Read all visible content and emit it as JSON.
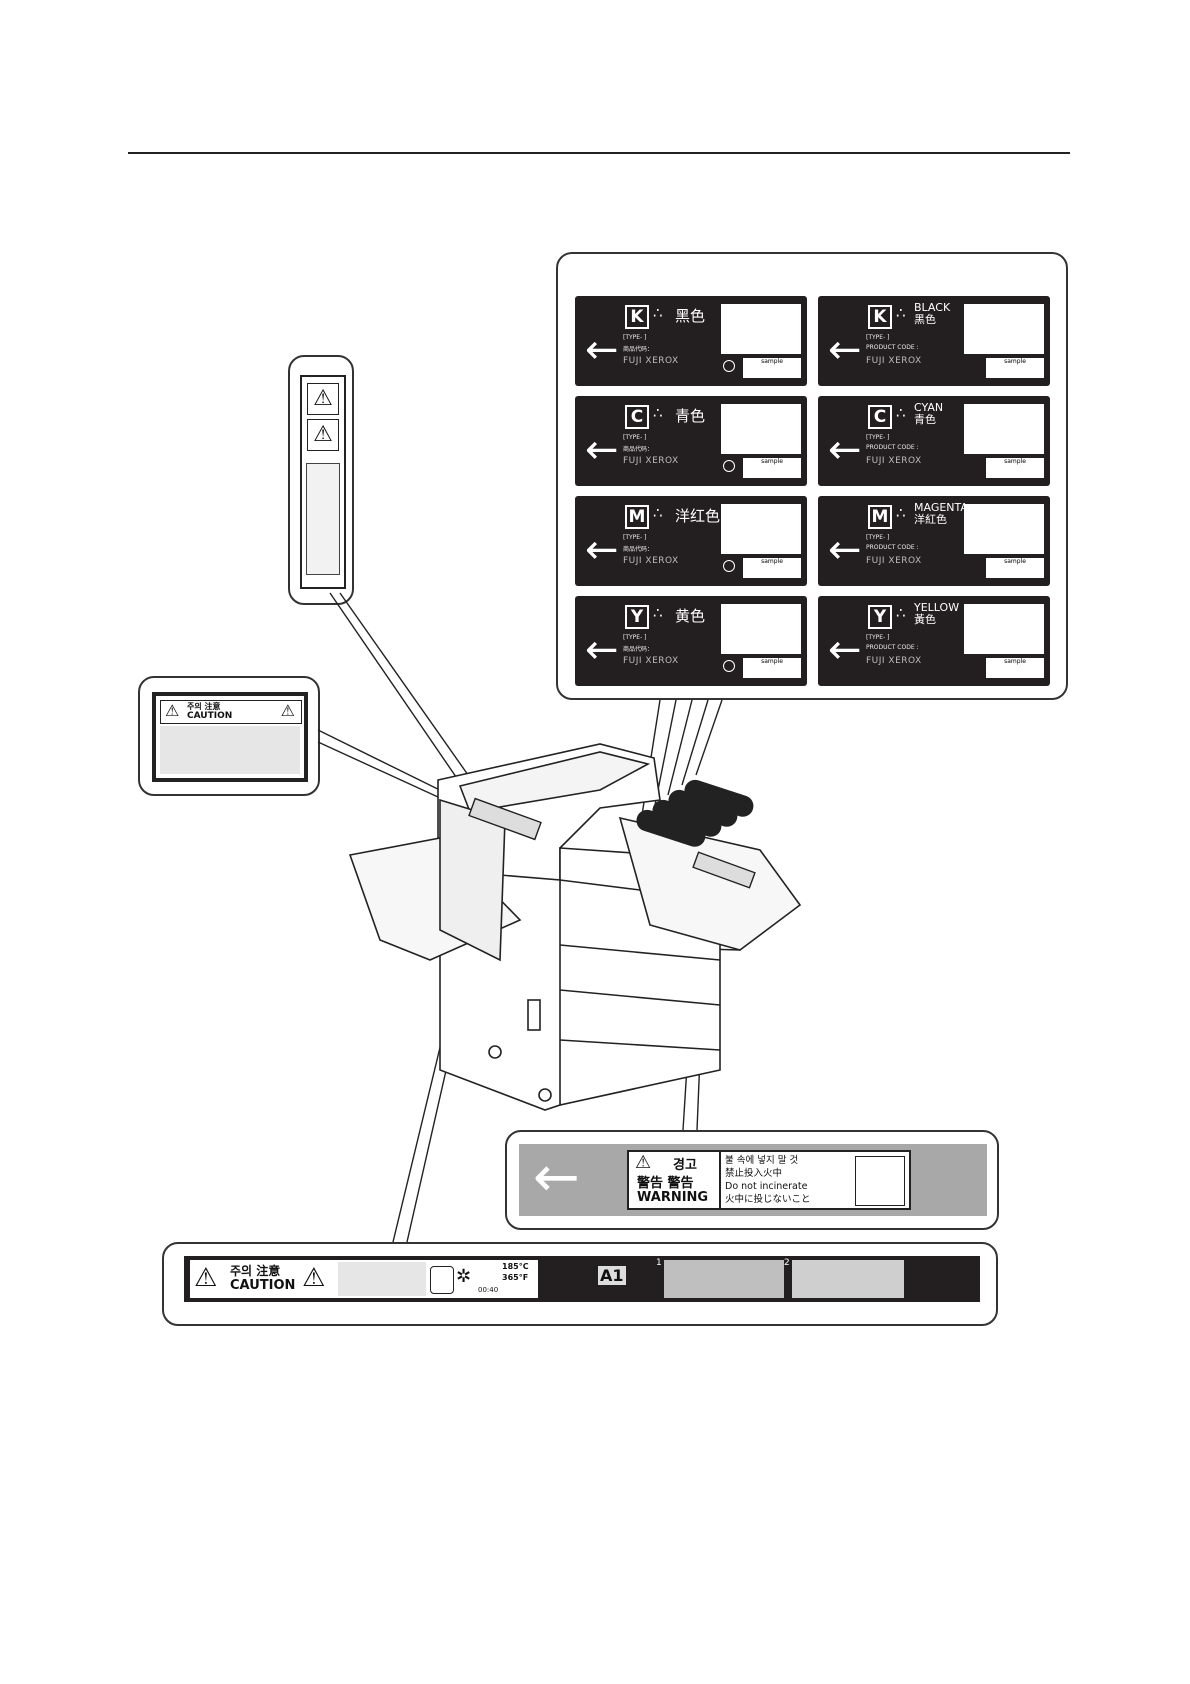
{
  "toner_labels": [
    {
      "letter": "K",
      "color_zh": "黑色",
      "brand": "FUJI XEROX",
      "type": "[TYPE- ]",
      "code": "商品代码："
    },
    {
      "letter": "C",
      "color_zh": "青色",
      "brand": "FUJI XEROX",
      "type": "[TYPE- ]",
      "code": "商品代码："
    },
    {
      "letter": "M",
      "color_zh": "洋红色",
      "brand": "FUJI XEROX",
      "type": "[TYPE- ]",
      "code": "商品代码："
    },
    {
      "letter": "Y",
      "color_zh": "黄色",
      "brand": "FUJI XEROX",
      "type": "[TYPE- ]",
      "code": "商品代码："
    }
  ],
  "toner_labels_en": [
    {
      "letter": "K",
      "color_en": "BLACK",
      "color_local": "黑色",
      "brand": "FUJI XEROX",
      "type": "[TYPE- ]",
      "code": "PRODUCT CODE :"
    },
    {
      "letter": "C",
      "color_en": "CYAN",
      "color_local": "青色",
      "brand": "FUJI XEROX",
      "type": "[TYPE- ]",
      "code": "PRODUCT CODE :"
    },
    {
      "letter": "M",
      "color_en": "MAGENTA",
      "color_local": "洋紅色",
      "brand": "FUJI XEROX",
      "type": "[TYPE- ]",
      "code": "PRODUCT CODE :"
    },
    {
      "letter": "Y",
      "color_en": "YELLOW",
      "color_local": "黃色",
      "brand": "FUJI XEROX",
      "type": "[TYPE- ]",
      "code": "PRODUCT CODE :"
    }
  ],
  "sample_text": "sample",
  "caution_small": {
    "ko": "주의 注意",
    "en": "CAUTION"
  },
  "warning_label": {
    "ko_title": "경고",
    "cjk_title": "警告 警告",
    "en_title": "WARNING",
    "line1": "불 속에 넣지 말 것",
    "line2": "禁止投入火中",
    "line3": "Do not incinerate",
    "line4": "火中に投じないこと"
  },
  "fuser_label": {
    "ko": "주의 注意",
    "en": "CAUTION",
    "temp_c": "185°C",
    "temp_f": "365°F",
    "time": "00:40",
    "code": "A1",
    "step1": "1",
    "step2": "2"
  },
  "colors": {
    "label_bg": "#231f20",
    "warning_bg": "#a8a8a8",
    "outline": "#333333"
  }
}
